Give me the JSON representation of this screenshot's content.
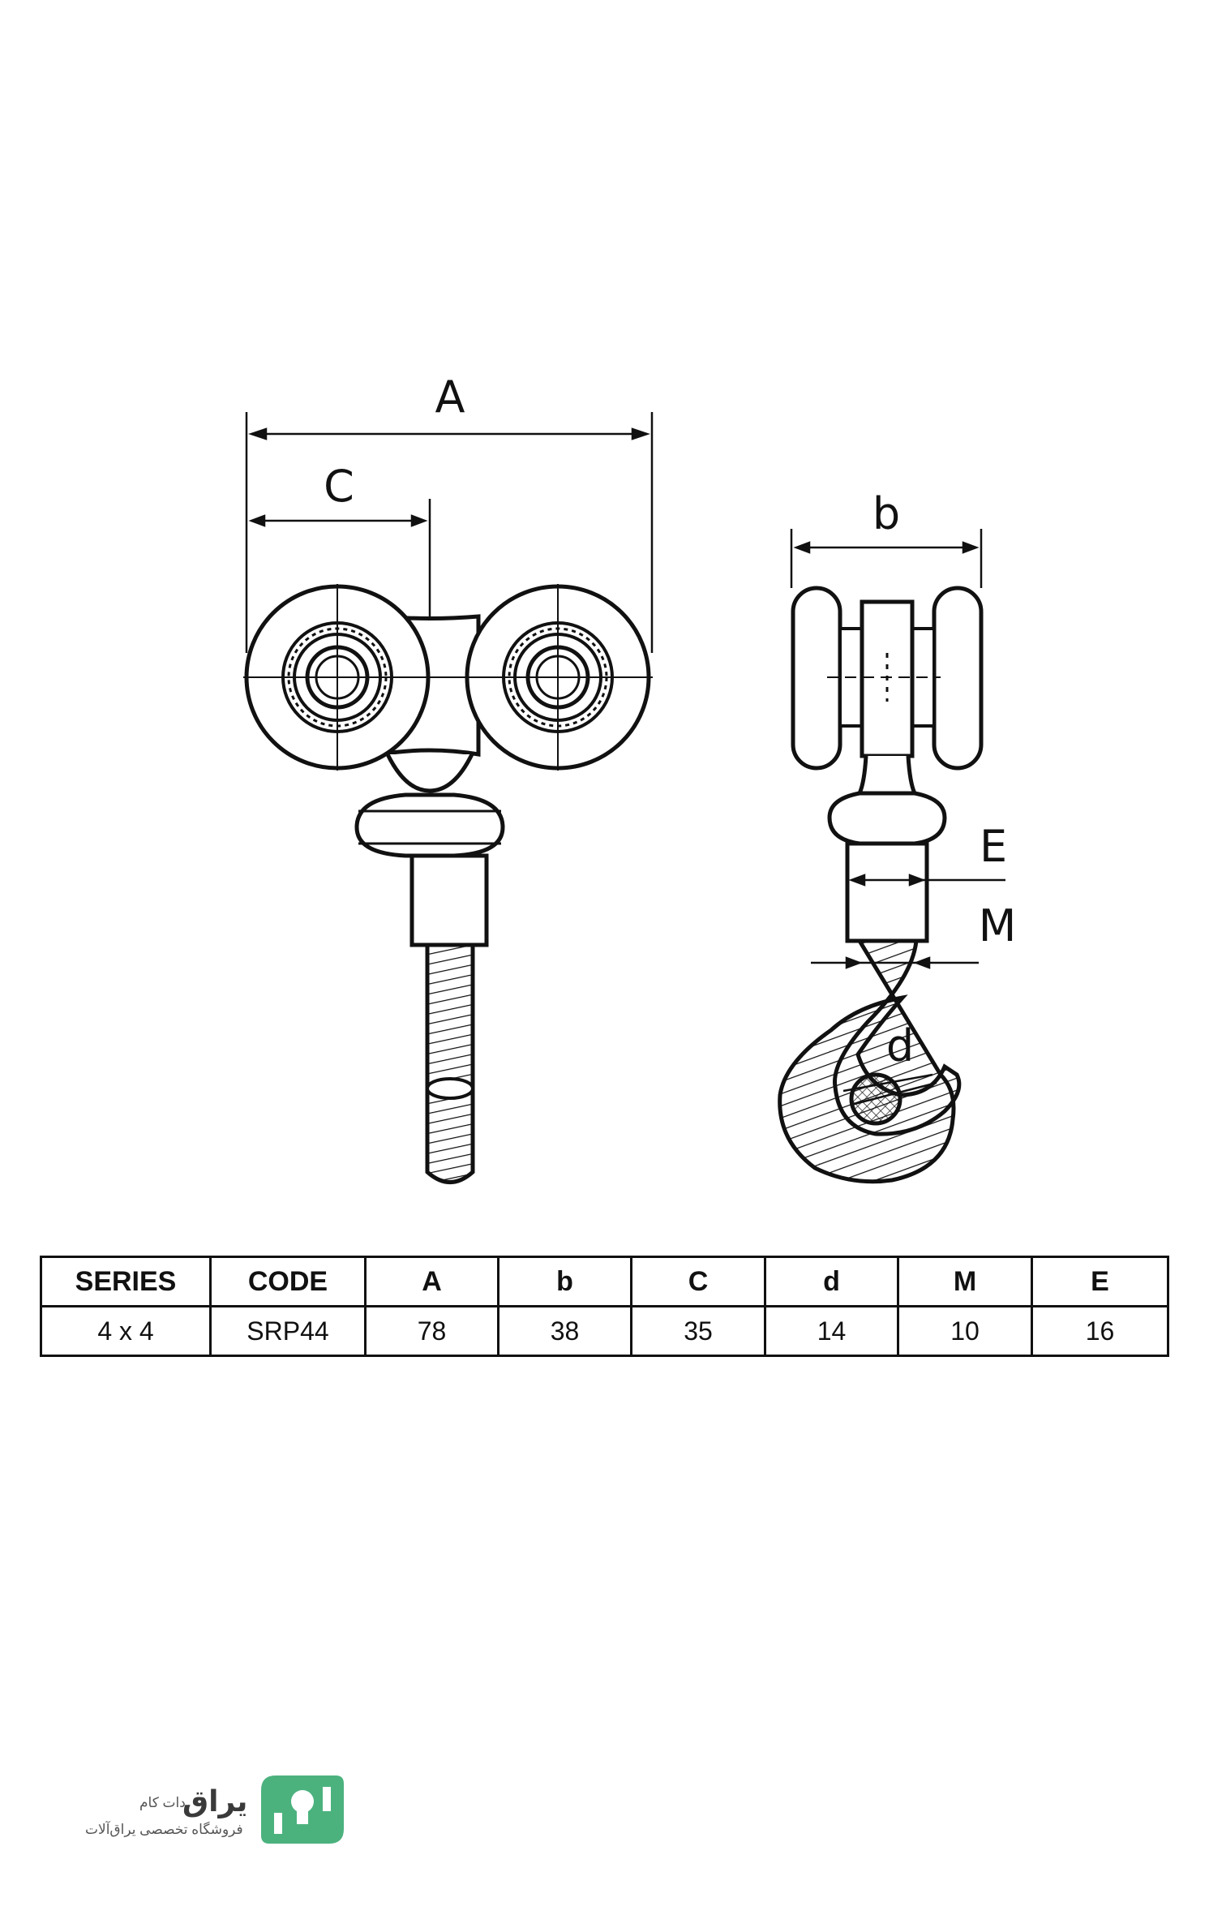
{
  "dimensions": {
    "A": "A",
    "C": "C",
    "b": "b",
    "E": "E",
    "M": "M",
    "d": "d"
  },
  "table": {
    "headers": [
      "SERIES",
      "CODE",
      "A",
      "b",
      "C",
      "d",
      "M",
      "E"
    ],
    "rows": [
      [
        "4 x 4",
        "SRP44",
        "78",
        "38",
        "35",
        "14",
        "10",
        "16"
      ]
    ]
  },
  "brand": {
    "name": "یراق",
    "suffix": "دات کام",
    "tagline": "فروشگاه تخصصی یراق‌آلات",
    "color": "#4bb27e"
  }
}
